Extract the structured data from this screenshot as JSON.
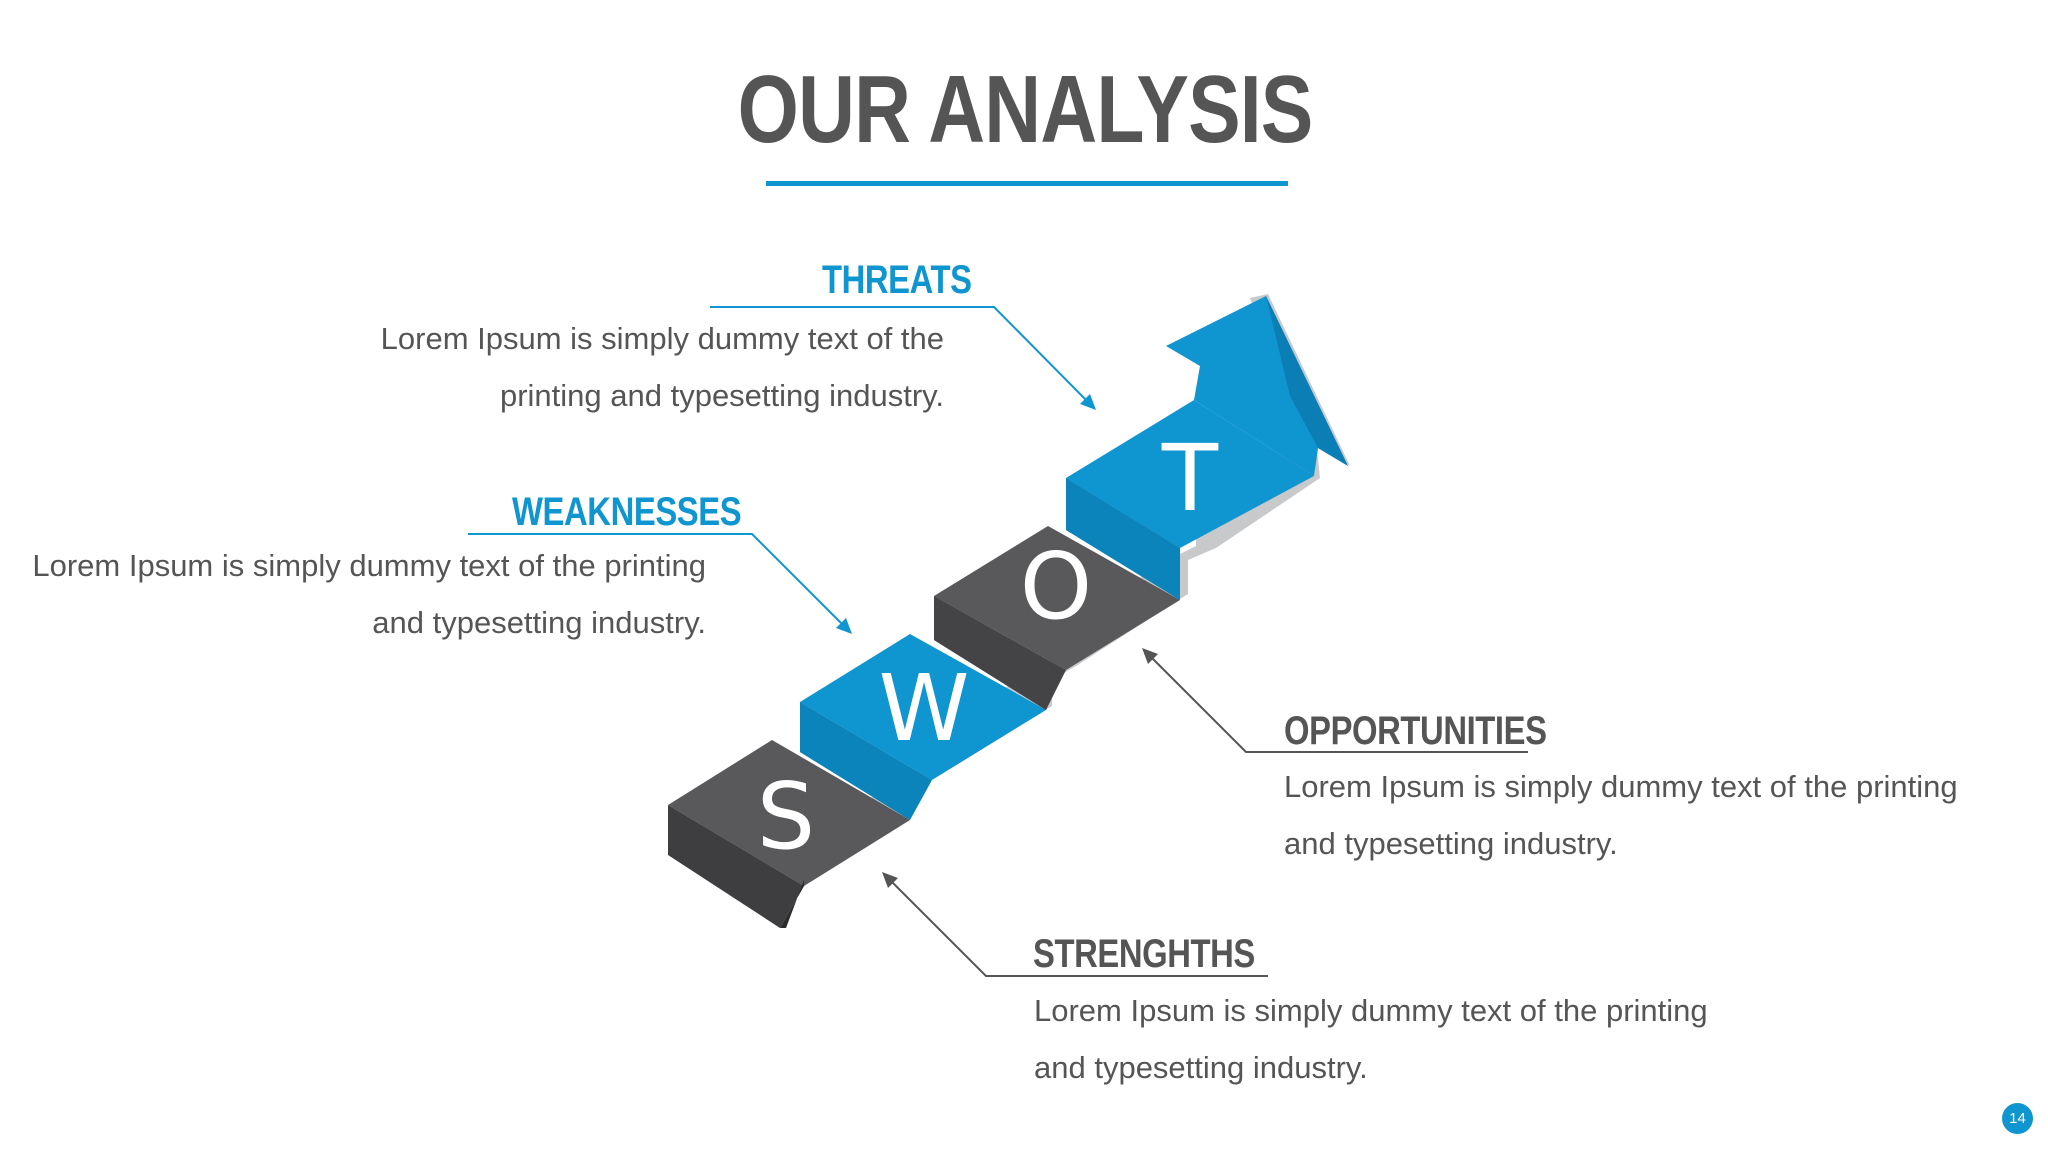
{
  "slide": {
    "title": "OUR ANALYSIS",
    "page_number": "14",
    "accent_color": "#0f95cf",
    "text_color": "#555555"
  },
  "swot": {
    "letters": [
      "S",
      "W",
      "O",
      "T"
    ],
    "step_colors": [
      "#555555",
      "#0f95cf",
      "#555555",
      "#0f95cf"
    ]
  },
  "sections": {
    "threats": {
      "heading": "THREATS",
      "lines": [
        "Lorem Ipsum is simply dummy text of the",
        "printing and typesetting industry."
      ]
    },
    "weaknesses": {
      "heading": "WEAKNESSES",
      "lines": [
        "Lorem Ipsum is simply dummy text of the printing",
        "and typesetting industry."
      ]
    },
    "opportunities": {
      "heading": "OPPORTUNITIES",
      "lines": [
        "Lorem Ipsum is simply dummy text of the printing",
        "and typesetting industry."
      ]
    },
    "strengths": {
      "heading": "STRENGHTHS",
      "lines": [
        "Lorem Ipsum is simply dummy text of the printing",
        "and typesetting industry."
      ]
    }
  }
}
